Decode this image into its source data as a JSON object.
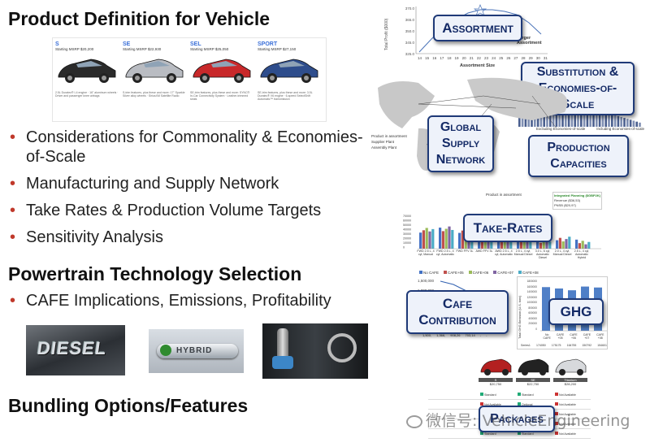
{
  "left": {
    "title_product": "Product Definition for Vehicle",
    "trims": [
      {
        "name": "S",
        "msrp": "Starting MSRP $20,200",
        "desc": "2.5L Duratec® I-4 engine · 16\" aluminum wheels · Driver and passenger knee airbags",
        "color": "#2a2a2a"
      },
      {
        "name": "SE",
        "msrp": "Starting MSRP $22,930",
        "desc": "S-trim features, plus these and more: 17\" Sparkle Silver alloy wheels · SiriusXM Satellite Radio",
        "color": "#b9bcc2"
      },
      {
        "name": "SEL",
        "msrp": "Starting MSRP $25,050",
        "desc": "SE-trim features, plus these and more: SYNC® In-Car Connectivity System · Leather-trimmed seats",
        "color": "#c8282a"
      },
      {
        "name": "SPORT",
        "msrp": "Starting MSRP $27,150",
        "desc": "SE-trim features, plus these and more: 3.5L Duratec® V6 engine · 6-speed SelectShift Automatic™ transmission",
        "color": "#2e4d8c"
      }
    ],
    "product_bullets": [
      "Considerations for Commonality & Economies-of-Scale",
      "Manufacturing and Supply Network",
      "Take Rates & Production Volume Targets",
      "Sensitivity Analysis"
    ],
    "title_powertrain": "Powertrain Technology Selection",
    "powertrain_bullets": [
      "CAFE Implications, Emissions, Profitability"
    ],
    "photo_diesel": "DIESEL",
    "photo_hybrid": "HYBRID",
    "title_bundling": "Bundling Options/Features"
  },
  "right": {
    "labels": {
      "assortment": "Assortment",
      "substitution": "Substitution & Economies-of-Scale",
      "global_supply": "Global Supply Network",
      "production": "Production Capacities",
      "take_rates": "Take-Rates",
      "cafe": "Cafe Contribution",
      "ghg": "GHG",
      "packages": "Packages"
    },
    "assortment_chart": {
      "ylabel": "Total Profit ($000)",
      "xlabel": "Assortment Size",
      "yticks": [
        "370.0",
        "365.0",
        "350.0",
        "345.0",
        "325.0"
      ],
      "xticks": [
        "14",
        "15",
        "16",
        "17",
        "18",
        "19",
        "20",
        "21",
        "22",
        "23",
        "24",
        "25",
        "26",
        "27",
        "28",
        "29",
        "30",
        "31"
      ],
      "annotation": "Larger Assortment"
    },
    "substitution_legend": [
      "Excluding Economies-of-scale",
      "Including Economies-of-scale"
    ],
    "map_legend": [
      "Product in assortment",
      "Supplier Plant",
      "Assembly Plant"
    ],
    "production_legend": [
      "Product in assortment",
      "Integrated Planning ($GBP2K)",
      "Revenue ($36,53)",
      "PNSB ($20,97)"
    ],
    "take_rates_chart": {
      "yticks": [
        "70000",
        "60000",
        "50000",
        "40000",
        "30000",
        "20000",
        "10000",
        "0"
      ],
      "categories": [
        "FWD 2.5 L, 4 cyl, Manual",
        "FWD 2.5 L, 4 cyl, Automatic",
        "FWD FFV 3L",
        "AWD FFV 3L",
        "AWD 2.5 L, 4 cyl, Automatic",
        "2.5 L, 4 cyl, Manual Diesel",
        "3.0 L, 6 cyl, Automatic Diesel",
        "2.0 L, 4 cyl, Manual Diesel",
        "2.5 L, 4 cyl, Automatic Hybrid"
      ],
      "legend": [
        "No CAFE",
        "CAFE+05",
        "CAFE+06",
        "CAFE+07",
        "CAFE+08"
      ]
    },
    "cafe_chart": {
      "yticks": [
        "1,500,000",
        "1,000,000",
        "500,000",
        "0"
      ],
      "row": [
        "1,500,",
        "1,366,",
        "908,26",
        "703,14",
        "-",
        "-"
      ]
    },
    "ghg_chart": {
      "ylabel": "Total GHG Emission (U.S. tons)",
      "yticks": [
        "1800000",
        "1600000",
        "1400000",
        "1200000",
        "1000000",
        "800000",
        "600000",
        "400000",
        "200000",
        "0"
      ],
      "categories": [
        "No CAFE",
        "CAFE +05",
        "CAFE +06",
        "CAFE +07",
        "CAFE +08"
      ],
      "values": [
        1560000,
        1511000,
        1447000,
        1580000,
        1546000
      ],
      "row_label": "Series1",
      "row_values": [
        "174050",
        "175175",
        "164755",
        "150792",
        "154601"
      ]
    },
    "packages": {
      "cars": [
        {
          "name": "S",
          "price": "$20,750",
          "color": "#b32020"
        },
        {
          "name": "SE",
          "price": "$22,750",
          "color": "#222"
        },
        {
          "name": "Titanium",
          "price": "$28,200",
          "color": "#d7d9dc"
        }
      ],
      "status": [
        "Standard",
        "Standard",
        "Not Available",
        "Not Available",
        "Optional",
        "Not Available"
      ]
    }
  },
  "watermark": "微信号: VehicleEngineering"
}
